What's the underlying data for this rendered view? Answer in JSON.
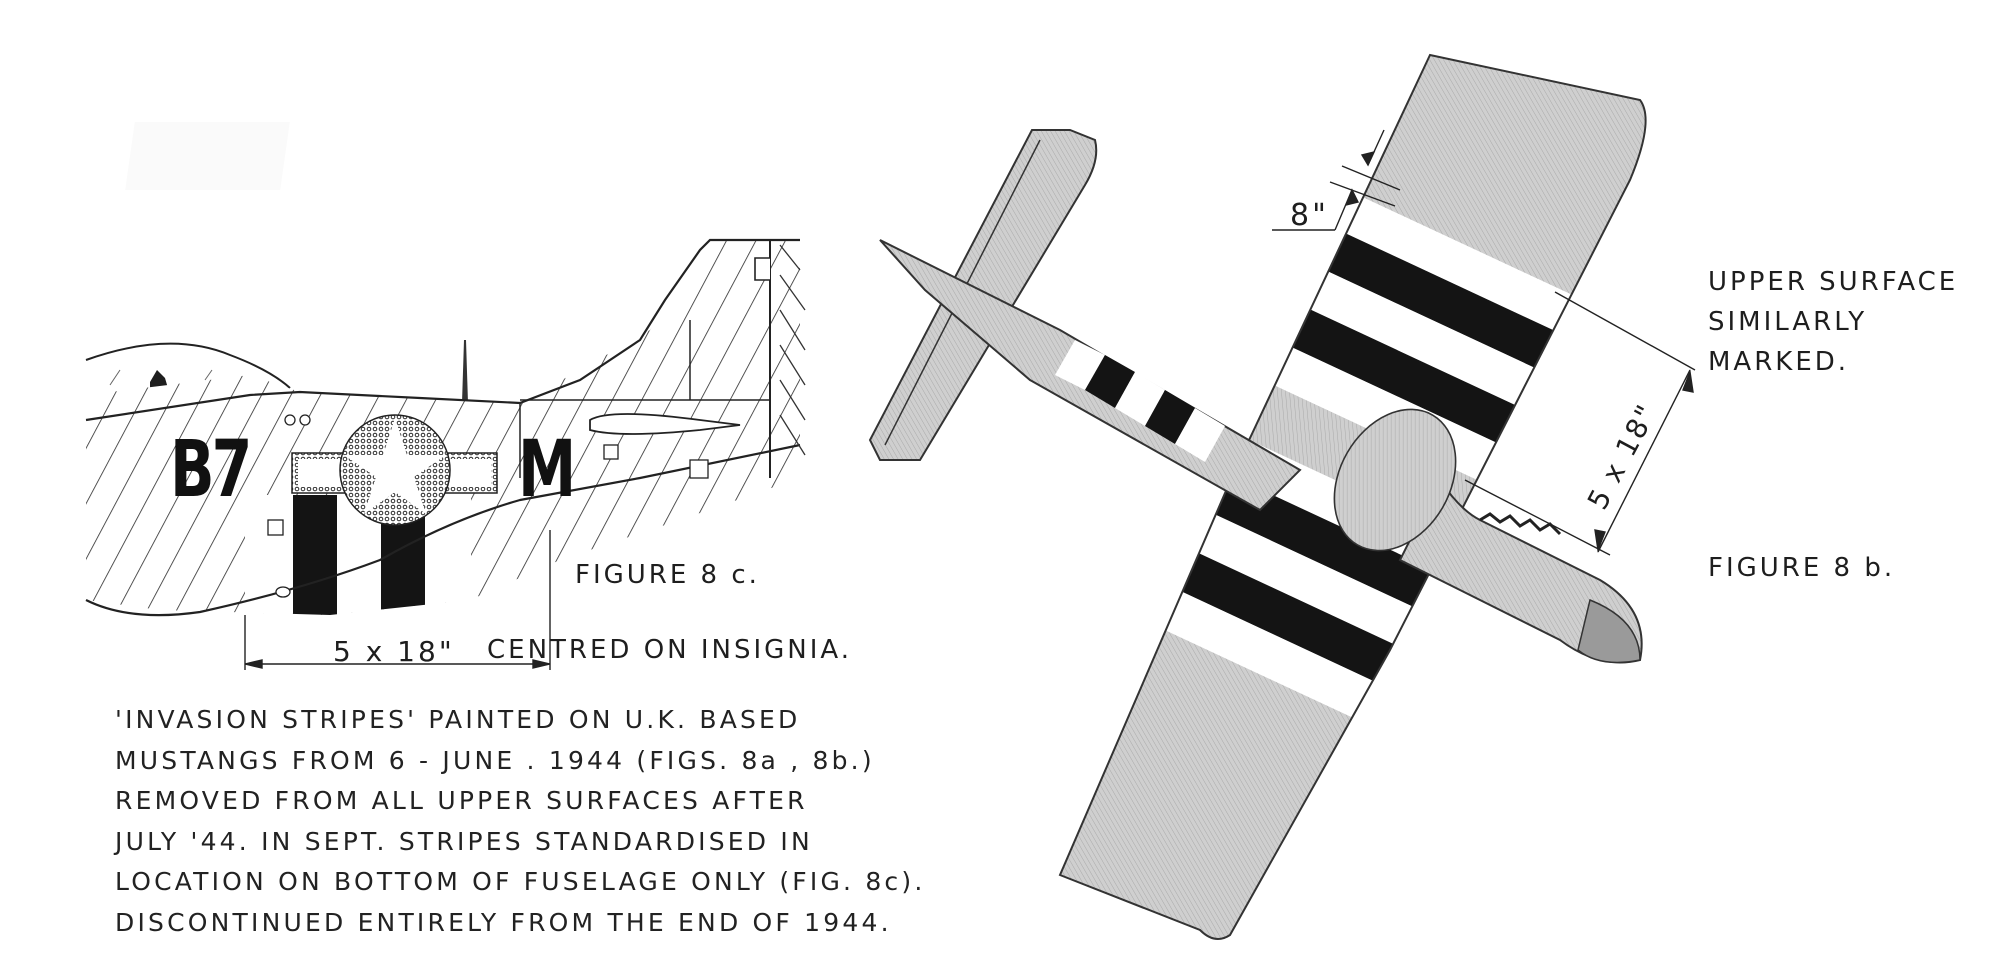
{
  "figure_8c": {
    "title": "FIGURE 8 c.",
    "code_letters": "B7",
    "individual_letter": "M",
    "dimension_label": "5 x 18\"",
    "dimension_note": "CENTRED ON INSIGNIA."
  },
  "figure_8b": {
    "title": "FIGURE 8 b.",
    "upper_note_lines": [
      "UPPER SURFACE",
      "SIMILARLY",
      "MARKED."
    ],
    "tip_offset_label": "8\"",
    "stripe_dimension_label": "5 x 18\""
  },
  "caption": {
    "lines": [
      "'INVASION STRIPES' PAINTED ON U.K. BASED",
      "MUSTANGS FROM 6 - JUNE . 1944 (FIGS. 8a , 8b.)",
      "REMOVED FROM ALL UPPER SURFACES AFTER",
      "JULY '44.  IN SEPT. STRIPES STANDARDISED IN",
      "LOCATION ON BOTTOM OF FUSELAGE ONLY (FIG. 8c).",
      "DISCONTINUED ENTIRELY FROM THE END OF 1944."
    ]
  },
  "colors": {
    "paper": "#ffffff",
    "ink": "#1c1c1c",
    "surface_gray": "#c9c9c9",
    "stripe_black": "#141414",
    "stripe_white": "#ffffff"
  }
}
